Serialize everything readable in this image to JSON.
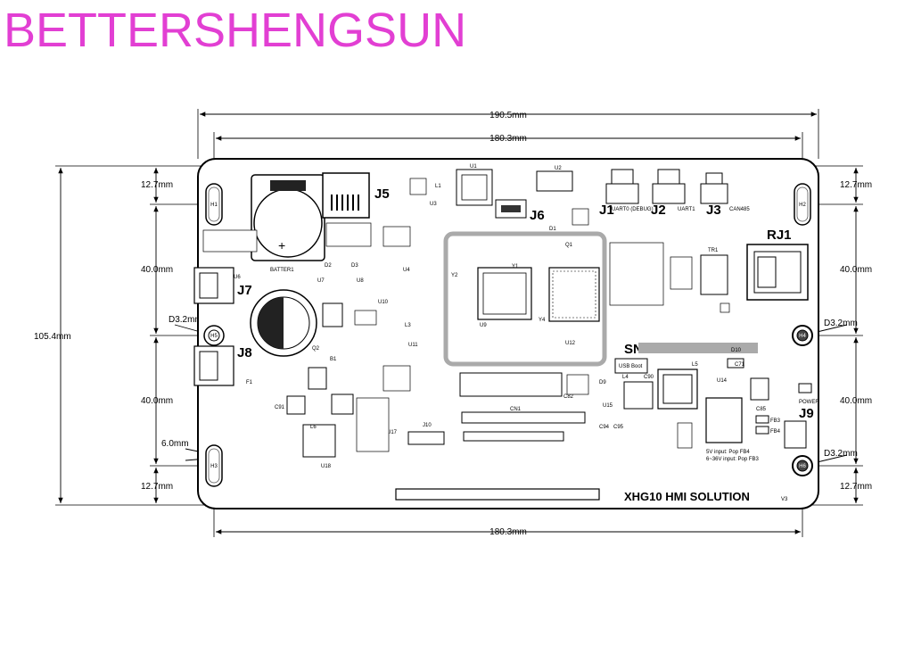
{
  "brand": "BETTERSHENGSUN",
  "dimensions": {
    "overall_width": "190.5mm",
    "hole_span_top": "180.3mm",
    "hole_span_bottom": "180.3mm",
    "overall_height": "105.4mm",
    "left_top_margin": "12.7mm",
    "left_mid_upper": "40.0mm",
    "left_mid_lower": "40.0mm",
    "left_bottom_margin": "12.7mm",
    "right_top_margin": "12.7mm",
    "right_mid_upper": "40.0mm",
    "right_mid_lower": "40.0mm",
    "right_bottom_margin": "12.7mm",
    "hole_dia_left": "D3.2mm",
    "hole_dia_right_upper": "D3.2mm",
    "hole_dia_right_lower": "D3.2mm",
    "slot_width": "6.0mm"
  },
  "board": {
    "title": "XHG10 HMI SOLUTION",
    "version": "V3",
    "sn_label": "SN",
    "usb_boot": "USB Boot",
    "power_label": "POWER",
    "battery_label": "BATTER1",
    "power_note_1": "5V input: Pop FB4",
    "power_note_2": "6~36V input: Pop FB3",
    "uart0_label": "UART0 (DEBUG)",
    "uart1_label": "UART1",
    "can_label": "CAN485"
  },
  "connectors": {
    "j1": "J1",
    "j2": "J2",
    "j3": "J3",
    "j5": "J5",
    "j6": "J6",
    "j7": "J7",
    "j8": "J8",
    "j9": "J9",
    "j10": "J10",
    "rj1": "RJ1",
    "cn1": "CN1"
  },
  "holes": {
    "h1": "H1",
    "h2": "H2",
    "h3": "H3",
    "h4": "H4",
    "h5": "H5",
    "h6": "H6"
  },
  "components": {
    "u1": "U1",
    "u2": "U2",
    "u3": "U3",
    "u4": "U4",
    "u6": "U6",
    "u7": "U7",
    "u8": "U8",
    "u9": "U9",
    "u10": "U10",
    "u11": "U11",
    "u12": "U12",
    "u14": "U14",
    "u15": "U15",
    "u17": "U17",
    "u18": "U18",
    "l1": "L1",
    "l3": "L3",
    "l4": "L4",
    "l5": "L5",
    "l6": "L6",
    "tr1": "TR1",
    "q1": "Q1",
    "q2": "Q2",
    "y1": "Y1",
    "y2": "Y2",
    "y4": "Y4",
    "b1": "B1",
    "f1": "F1",
    "d1": "D1",
    "d2": "D2",
    "d3": "D3",
    "d9": "D9",
    "d10": "D10",
    "c82": "C82",
    "c85": "C85",
    "c90": "C90",
    "c91": "C91",
    "c94": "C94",
    "c95": "C95",
    "c71": "C71",
    "fb3": "FB3",
    "fb4": "FB4"
  }
}
